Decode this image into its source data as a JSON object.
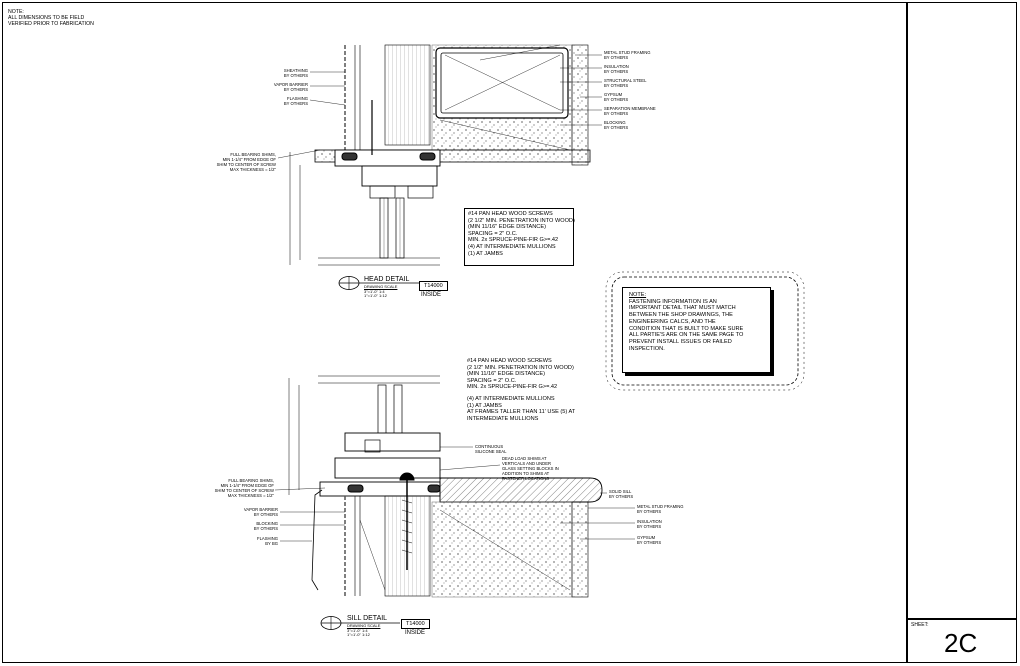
{
  "top_note": [
    "NOTE:",
    "ALL DIMENSIONS TO BE FIELD",
    "VERIFIED PRIOR TO FABRICATION"
  ],
  "sheet": {
    "label": "SHEET:",
    "number": "2C"
  },
  "head_detail": {
    "title": "HEAD DETAIL",
    "scale_label": "DRAWING SCALE",
    "scale_1": "3\"=1'-0\" 1:4",
    "scale_2": "1\"=1'-0\" 1:12",
    "tag": "T14000",
    "side": "INSIDE",
    "left_labels": [
      "SHEATHING\nBY OTHERS",
      "VAPOR BARRIER\nBY OTHERS",
      "FLASHING\nBY OTHERS",
      "FULL BEARING SHIMS,\nMIN 1-1/4\" FROM EDGE OF\nSHIM TO CENTER OF SCREW\nMAX THICKNESS = 1/2\""
    ],
    "right_labels": [
      "METAL STUD FRAMING\nBY OTHERS",
      "INSULATION\nBY OTHERS",
      "STRUCTURAL STEEL\nBY OTHERS",
      "GYPSUM\nBY OTHERS",
      "SEPARATION MEMBRANE\nBY OTHERS",
      "BLOCKING\nBY OTHERS"
    ],
    "spec": [
      "#14 PAN HEAD WOOD SCREWS",
      "(2 1/2\" MIN. PENETRATION INTO WOOD)",
      "(MIN 11/16\" EDGE DISTANCE)",
      "SPACING = 2\" O.C.",
      "MIN. 2x SPRUCE-PINE-FIR G>=.42",
      "(4) AT INTERMEDIATE MULLIONS",
      "(1) AT JAMBS"
    ]
  },
  "fastening_note": {
    "title": "NOTE:",
    "lines": [
      "FASTENING INFORMATION IS AN",
      "IMPORTANT DETAIL THAT MUST MATCH",
      "BETWEEN THE SHOP DRAWINGS, THE",
      "ENGINEERING CALCS, AND THE",
      "CONDITION THAT IS BUILT TO MAKE SURE",
      "ALL PARTIE'S ARE ON THE SAME PAGE TO",
      "PREVENT INSTALL ISSUES OR FAILED",
      "INSPECTION."
    ]
  },
  "sill_detail": {
    "title": "SILL DETAIL",
    "scale_label": "DRAWING SCALE",
    "scale_1": "3\"=1'-0\" 1:4",
    "scale_2": "1\"=1'-0\" 1:12",
    "tag": "T14000",
    "side": "INSIDE",
    "spec": [
      "#14 PAN HEAD WOOD SCREWS",
      "(2 1/2\" MIN. PENETRATION INTO WOOD)",
      "(MIN 11/16\" EDGE DISTANCE)",
      "SPACING = 2\" O.C.",
      "MIN. 2x SPRUCE-PINE-FIR G>=.42",
      "",
      "(4) AT INTERMEDIATE MULLIONS",
      "(1) AT JAMBS",
      "AT FRAMES TALLER THAN 11' USE (5) AT",
      "INTERMEDIATE MULLIONS"
    ],
    "left_labels": [
      "FULL BEARING SHIMS,\nMIN 1-1/4\" FROM EDGE OF\nSHIM TO CENTER OF SCREW\nMAX THICKNESS = 1/2\"",
      "VAPOR BARRIER\nBY OTHERS",
      "BLOCKING\nBY OTHERS",
      "FLASHING\nBY BG"
    ],
    "mid_labels": [
      "CONTINUOUS\nSILICONE SEAL",
      "DEAD LOAD SHIMS AT\nVERTICALS AND UNDER\nGLASS SETTING BLOCKS IN\nADDITION TO SHIMS AT\nFASTENER LOCATIONS"
    ],
    "right_labels": [
      "SOLID SILL\nBY OTHERS",
      "METAL STUD FRAMING\nBY OTHERS",
      "INSULATION\nBY OTHERS",
      "GYPSUM\nBY OTHERS"
    ]
  }
}
